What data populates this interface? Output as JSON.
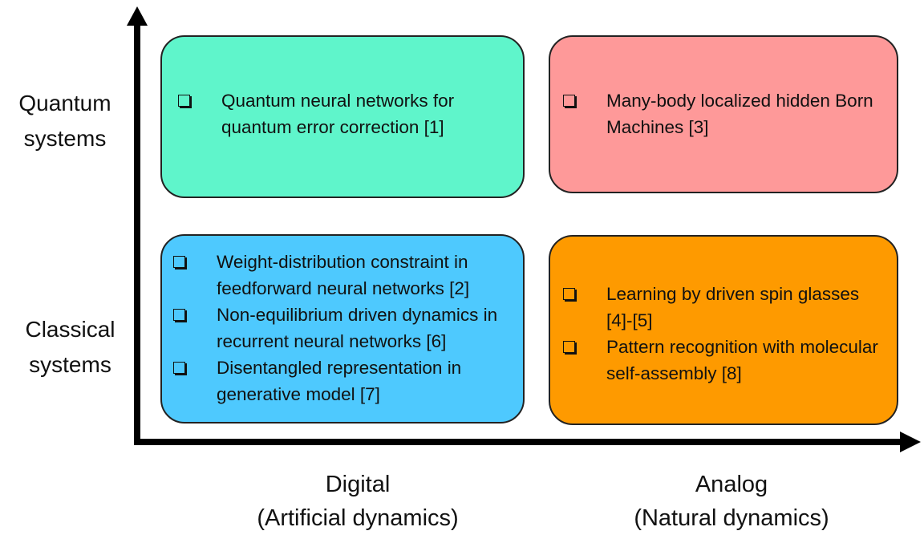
{
  "y_axis": {
    "top_label": [
      "Quantum",
      "systems"
    ],
    "bottom_label": [
      "Classical",
      "systems"
    ]
  },
  "x_axis": {
    "left_label": [
      "Digital",
      "(Artificial dynamics)"
    ],
    "right_label": [
      "Analog",
      "(Natural dynamics)"
    ]
  },
  "quadrants": {
    "quantum_digital": {
      "color": "#5ff5cb",
      "items": [
        "Quantum neural networks for quantum error correction [1]"
      ]
    },
    "quantum_analog": {
      "color": "#fe9999",
      "items": [
        "Many-body localized hidden Born Machines [3]"
      ]
    },
    "classical_digital": {
      "color": "#4ec9fe",
      "items": [
        "Weight-distribution constraint in feedforward neural networks [2]",
        "Non-equilibrium driven dynamics in recurrent neural networks [6]",
        "Disentangled representation in generative model [7]"
      ]
    },
    "classical_analog": {
      "color": "#fe9a00",
      "items": [
        "Learning by driven spin glasses [4]-[5]",
        "Pattern recognition with molecular self-assembly [8]"
      ]
    }
  }
}
